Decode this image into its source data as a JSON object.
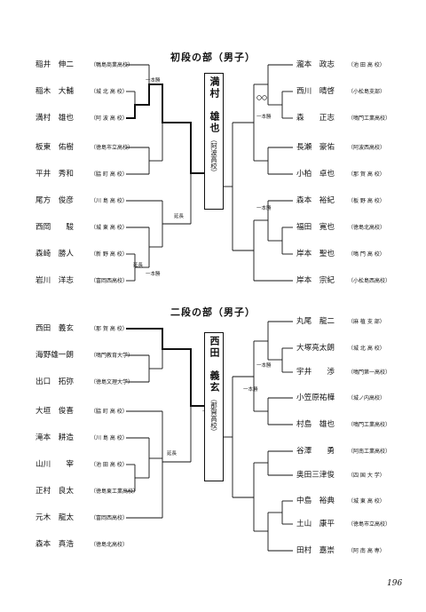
{
  "section1": {
    "title": "初段の部（男子）",
    "champion": {
      "name": "満村　雄也",
      "school": "（阿波高校）"
    },
    "left": [
      {
        "name": "稲井　伸二",
        "school": "（鴨島商業高校）"
      },
      {
        "name": "稲木　大輔",
        "school": "（城 北 高 校）"
      },
      {
        "name": "満村　雄也",
        "school": "（阿 波 高 校）"
      },
      {
        "name": "板東　佑樹",
        "school": "（徳島市立高校）"
      },
      {
        "name": "平井　秀和",
        "school": "（脇 町 高 校）"
      },
      {
        "name": "尾方　俊彦",
        "school": "（川 島 高 校）"
      },
      {
        "name": "西岡　　駿",
        "school": "（城 東 高 校）"
      },
      {
        "name": "森崎　勝人",
        "school": "（新 野 高 校）"
      },
      {
        "name": "岩川　洋志",
        "school": "（富岡西高校）"
      }
    ],
    "right": [
      {
        "name": "瀧本　政志",
        "school": "（池 田 高 校）"
      },
      {
        "name": "西川　晴啓",
        "school": "（小松島支部）"
      },
      {
        "name": "森　　正志",
        "school": "（鳴門工業高校）"
      },
      {
        "name": "長瀬　豪佑",
        "school": "（阿波西高校）"
      },
      {
        "name": "小柏　卓也",
        "school": "（那 賀 高 校）"
      },
      {
        "name": "森本　裕紀",
        "school": "（板 野 高 校）"
      },
      {
        "name": "福田　寛也",
        "school": "（徳島北高校）"
      },
      {
        "name": "岸本　聖也",
        "school": "（鳴 門 高 校）"
      },
      {
        "name": "岸本　宗紀",
        "school": "（小松島西高校）"
      }
    ],
    "notes": {
      "ippon": "一本勝",
      "encho": "延長"
    }
  },
  "section2": {
    "title": "二段の部（男子）",
    "champion": {
      "name": "西田　義玄",
      "school": "（那賀高校）"
    },
    "left": [
      {
        "name": "西田　義玄",
        "school": "（那 賀 高 校）"
      },
      {
        "name": "海野雄一朗",
        "school": "（鳴門教育大学）"
      },
      {
        "name": "出口　拓弥",
        "school": "（徳島文理大学）"
      },
      {
        "name": "大垣　俊喜",
        "school": "（脇 町 高 校）"
      },
      {
        "name": "滝本　耕造",
        "school": "（川 島 高 校）"
      },
      {
        "name": "山川　　宰",
        "school": "（池 田 高 校）"
      },
      {
        "name": "正村　良太",
        "school": "（徳島東工業高校）"
      },
      {
        "name": "元木　龍太",
        "school": "（富岡西高校）"
      },
      {
        "name": "森本　真浩",
        "school": "（徳島北高校）"
      }
    ],
    "right": [
      {
        "name": "丸尾　龍二",
        "school": "（麻 植 支 部）"
      },
      {
        "name": "大塚亮太朗",
        "school": "（城 北 高 校）"
      },
      {
        "name": "宇井　　渉",
        "school": "（鳴門第一高校）"
      },
      {
        "name": "小笠原祐樺",
        "school": "（城ノ内高校）"
      },
      {
        "name": "村島　雄也",
        "school": "（鳴門工業高校）"
      },
      {
        "name": "谷澤　　勇",
        "school": "（阿南工業高校）"
      },
      {
        "name": "奥田三津俊",
        "school": "（四 国 大 学）"
      },
      {
        "name": "中島　裕典",
        "school": "（城 東 高 校）"
      },
      {
        "name": "土山　康平",
        "school": "（徳島市立高校）"
      },
      {
        "name": "田村　嘉崇",
        "school": "（阿 南 高 専）"
      }
    ]
  },
  "page_number": "196"
}
